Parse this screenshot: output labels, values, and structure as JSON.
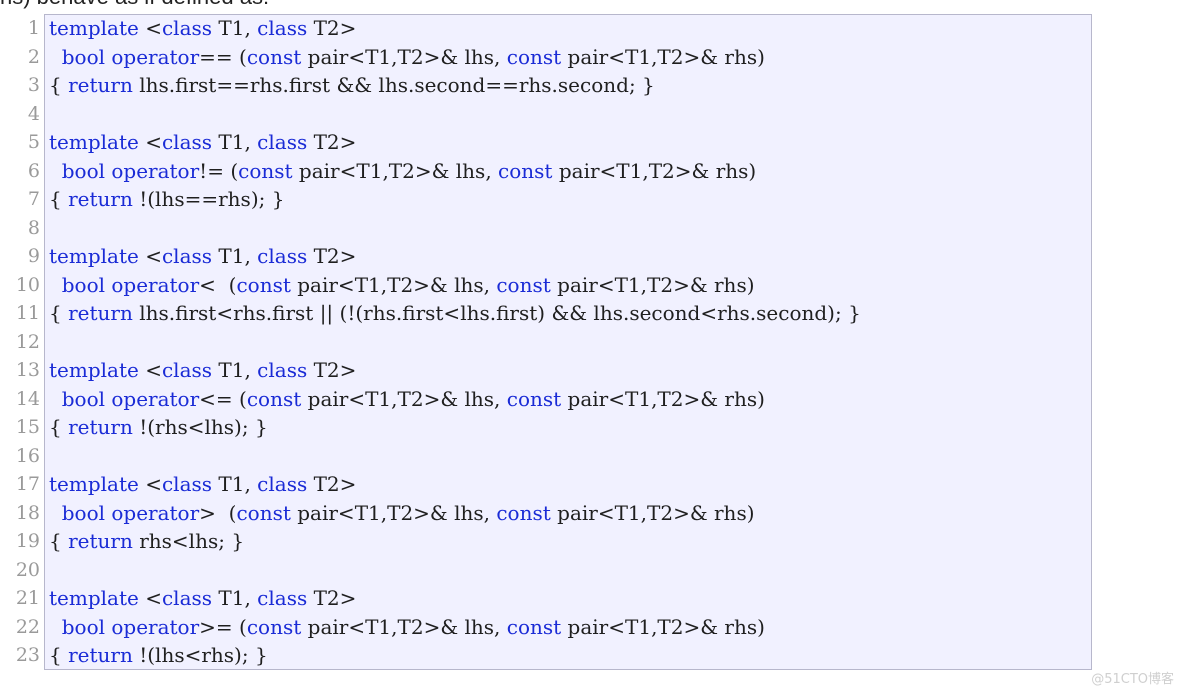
{
  "header_text": "ns) behave as if defined as:",
  "watermark": "@51CTO博客",
  "lines": [
    {
      "num": "1",
      "tokens": [
        [
          "template",
          "kw"
        ],
        [
          " <",
          "tx"
        ],
        [
          "class",
          "kw"
        ],
        [
          " T1, ",
          "tx"
        ],
        [
          "class",
          "kw"
        ],
        [
          " T2>",
          "tx"
        ]
      ]
    },
    {
      "num": "2",
      "tokens": [
        [
          "  ",
          "tx"
        ],
        [
          "bool",
          "kw"
        ],
        [
          " ",
          "tx"
        ],
        [
          "operator",
          "kw"
        ],
        [
          "== (",
          "tx"
        ],
        [
          "const",
          "kw"
        ],
        [
          " pair<T1,T2>& lhs, ",
          "tx"
        ],
        [
          "const",
          "kw"
        ],
        [
          " pair<T1,T2>& rhs)",
          "tx"
        ]
      ]
    },
    {
      "num": "3",
      "tokens": [
        [
          "{ ",
          "tx"
        ],
        [
          "return",
          "kw"
        ],
        [
          " lhs.first==rhs.first && lhs.second==rhs.second; }",
          "tx"
        ]
      ]
    },
    {
      "num": "4",
      "tokens": []
    },
    {
      "num": "5",
      "tokens": [
        [
          "template",
          "kw"
        ],
        [
          " <",
          "tx"
        ],
        [
          "class",
          "kw"
        ],
        [
          " T1, ",
          "tx"
        ],
        [
          "class",
          "kw"
        ],
        [
          " T2>",
          "tx"
        ]
      ]
    },
    {
      "num": "6",
      "tokens": [
        [
          "  ",
          "tx"
        ],
        [
          "bool",
          "kw"
        ],
        [
          " ",
          "tx"
        ],
        [
          "operator",
          "kw"
        ],
        [
          "!= (",
          "tx"
        ],
        [
          "const",
          "kw"
        ],
        [
          " pair<T1,T2>& lhs, ",
          "tx"
        ],
        [
          "const",
          "kw"
        ],
        [
          " pair<T1,T2>& rhs)",
          "tx"
        ]
      ]
    },
    {
      "num": "7",
      "tokens": [
        [
          "{ ",
          "tx"
        ],
        [
          "return",
          "kw"
        ],
        [
          " !(lhs==rhs); }",
          "tx"
        ]
      ]
    },
    {
      "num": "8",
      "tokens": []
    },
    {
      "num": "9",
      "tokens": [
        [
          "template",
          "kw"
        ],
        [
          " <",
          "tx"
        ],
        [
          "class",
          "kw"
        ],
        [
          " T1, ",
          "tx"
        ],
        [
          "class",
          "kw"
        ],
        [
          " T2>",
          "tx"
        ]
      ]
    },
    {
      "num": "10",
      "tokens": [
        [
          "  ",
          "tx"
        ],
        [
          "bool",
          "kw"
        ],
        [
          " ",
          "tx"
        ],
        [
          "operator",
          "kw"
        ],
        [
          "<  (",
          "tx"
        ],
        [
          "const",
          "kw"
        ],
        [
          " pair<T1,T2>& lhs, ",
          "tx"
        ],
        [
          "const",
          "kw"
        ],
        [
          " pair<T1,T2>& rhs)",
          "tx"
        ]
      ]
    },
    {
      "num": "11",
      "tokens": [
        [
          "{ ",
          "tx"
        ],
        [
          "return",
          "kw"
        ],
        [
          " lhs.first<rhs.first || (!(rhs.first<lhs.first) && lhs.second<rhs.second); }",
          "tx"
        ]
      ]
    },
    {
      "num": "12",
      "tokens": []
    },
    {
      "num": "13",
      "tokens": [
        [
          "template",
          "kw"
        ],
        [
          " <",
          "tx"
        ],
        [
          "class",
          "kw"
        ],
        [
          " T1, ",
          "tx"
        ],
        [
          "class",
          "kw"
        ],
        [
          " T2>",
          "tx"
        ]
      ]
    },
    {
      "num": "14",
      "tokens": [
        [
          "  ",
          "tx"
        ],
        [
          "bool",
          "kw"
        ],
        [
          " ",
          "tx"
        ],
        [
          "operator",
          "kw"
        ],
        [
          "<= (",
          "tx"
        ],
        [
          "const",
          "kw"
        ],
        [
          " pair<T1,T2>& lhs, ",
          "tx"
        ],
        [
          "const",
          "kw"
        ],
        [
          " pair<T1,T2>& rhs)",
          "tx"
        ]
      ]
    },
    {
      "num": "15",
      "tokens": [
        [
          "{ ",
          "tx"
        ],
        [
          "return",
          "kw"
        ],
        [
          " !(rhs<lhs); }",
          "tx"
        ]
      ]
    },
    {
      "num": "16",
      "tokens": []
    },
    {
      "num": "17",
      "tokens": [
        [
          "template",
          "kw"
        ],
        [
          " <",
          "tx"
        ],
        [
          "class",
          "kw"
        ],
        [
          " T1, ",
          "tx"
        ],
        [
          "class",
          "kw"
        ],
        [
          " T2>",
          "tx"
        ]
      ]
    },
    {
      "num": "18",
      "tokens": [
        [
          "  ",
          "tx"
        ],
        [
          "bool",
          "kw"
        ],
        [
          " ",
          "tx"
        ],
        [
          "operator",
          "kw"
        ],
        [
          ">  (",
          "tx"
        ],
        [
          "const",
          "kw"
        ],
        [
          " pair<T1,T2>& lhs, ",
          "tx"
        ],
        [
          "const",
          "kw"
        ],
        [
          " pair<T1,T2>& rhs)",
          "tx"
        ]
      ]
    },
    {
      "num": "19",
      "tokens": [
        [
          "{ ",
          "tx"
        ],
        [
          "return",
          "kw"
        ],
        [
          " rhs<lhs; }",
          "tx"
        ]
      ]
    },
    {
      "num": "20",
      "tokens": []
    },
    {
      "num": "21",
      "tokens": [
        [
          "template",
          "kw"
        ],
        [
          " <",
          "tx"
        ],
        [
          "class",
          "kw"
        ],
        [
          " T1, ",
          "tx"
        ],
        [
          "class",
          "kw"
        ],
        [
          " T2>",
          "tx"
        ]
      ]
    },
    {
      "num": "22",
      "tokens": [
        [
          "  ",
          "tx"
        ],
        [
          "bool",
          "kw"
        ],
        [
          " ",
          "tx"
        ],
        [
          "operator",
          "kw"
        ],
        [
          ">= (",
          "tx"
        ],
        [
          "const",
          "kw"
        ],
        [
          " pair<T1,T2>& lhs, ",
          "tx"
        ],
        [
          "const",
          "kw"
        ],
        [
          " pair<T1,T2>& rhs)",
          "tx"
        ]
      ]
    },
    {
      "num": "23",
      "tokens": [
        [
          "{ ",
          "tx"
        ],
        [
          "return",
          "kw"
        ],
        [
          " !(lhs<rhs); }",
          "tx"
        ]
      ]
    }
  ]
}
